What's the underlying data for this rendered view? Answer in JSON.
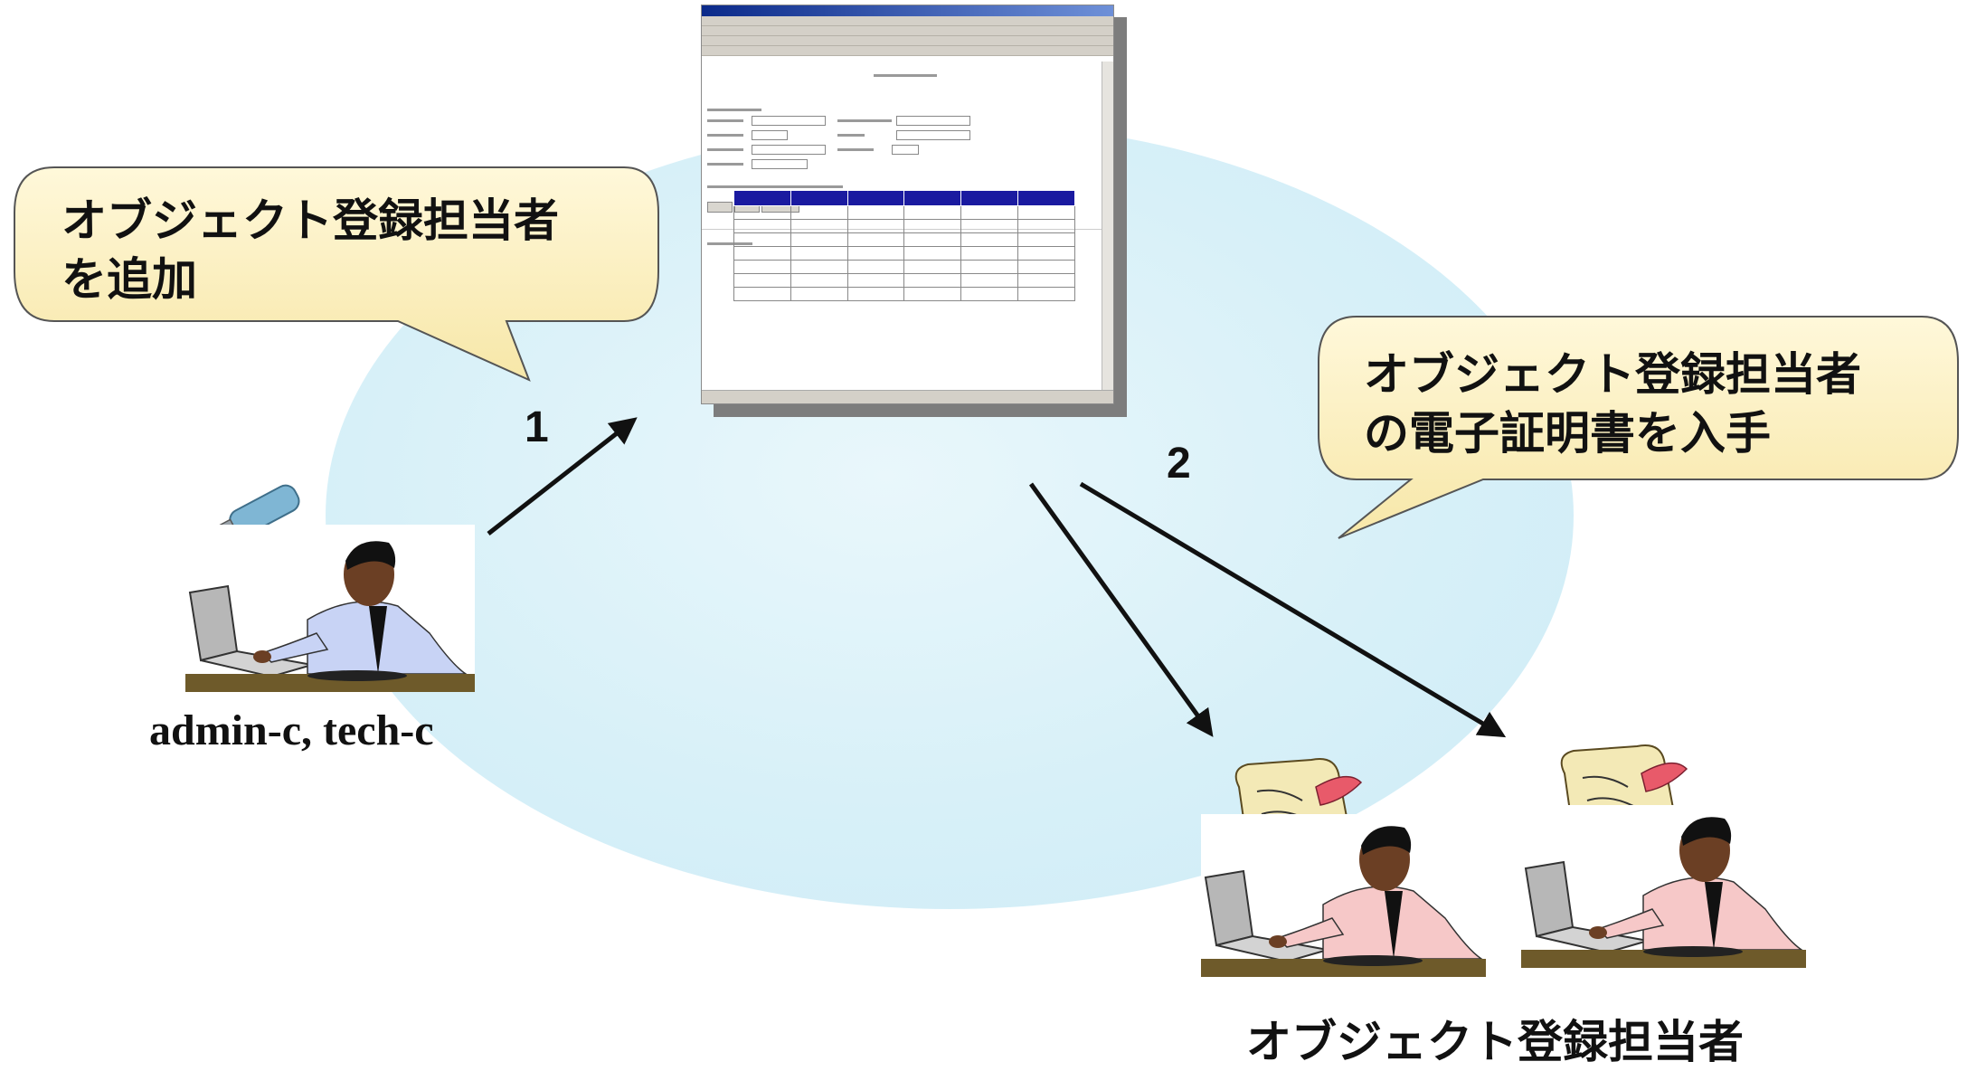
{
  "bubble_left": {
    "lines": [
      "オブジェクト登録担当者",
      "を追加"
    ]
  },
  "bubble_right": {
    "lines": [
      "オブジェクト登録担当者",
      "の電子証明書を入手"
    ]
  },
  "steps": {
    "one": "1",
    "two": "2"
  },
  "captions": {
    "admin": "admin-c, tech-c",
    "object_staff": "オブジェクト登録担当者"
  },
  "colors": {
    "ellipse": "#d7f0f8",
    "bubble_fill": "#fdf3c8",
    "arrow": "#111111",
    "window_header": "#1a1aa0"
  },
  "icons": [
    "usb-key-icon",
    "admin-person-at-laptop-icon",
    "certificate-scroll-icon",
    "staff-person-at-laptop-icon"
  ]
}
